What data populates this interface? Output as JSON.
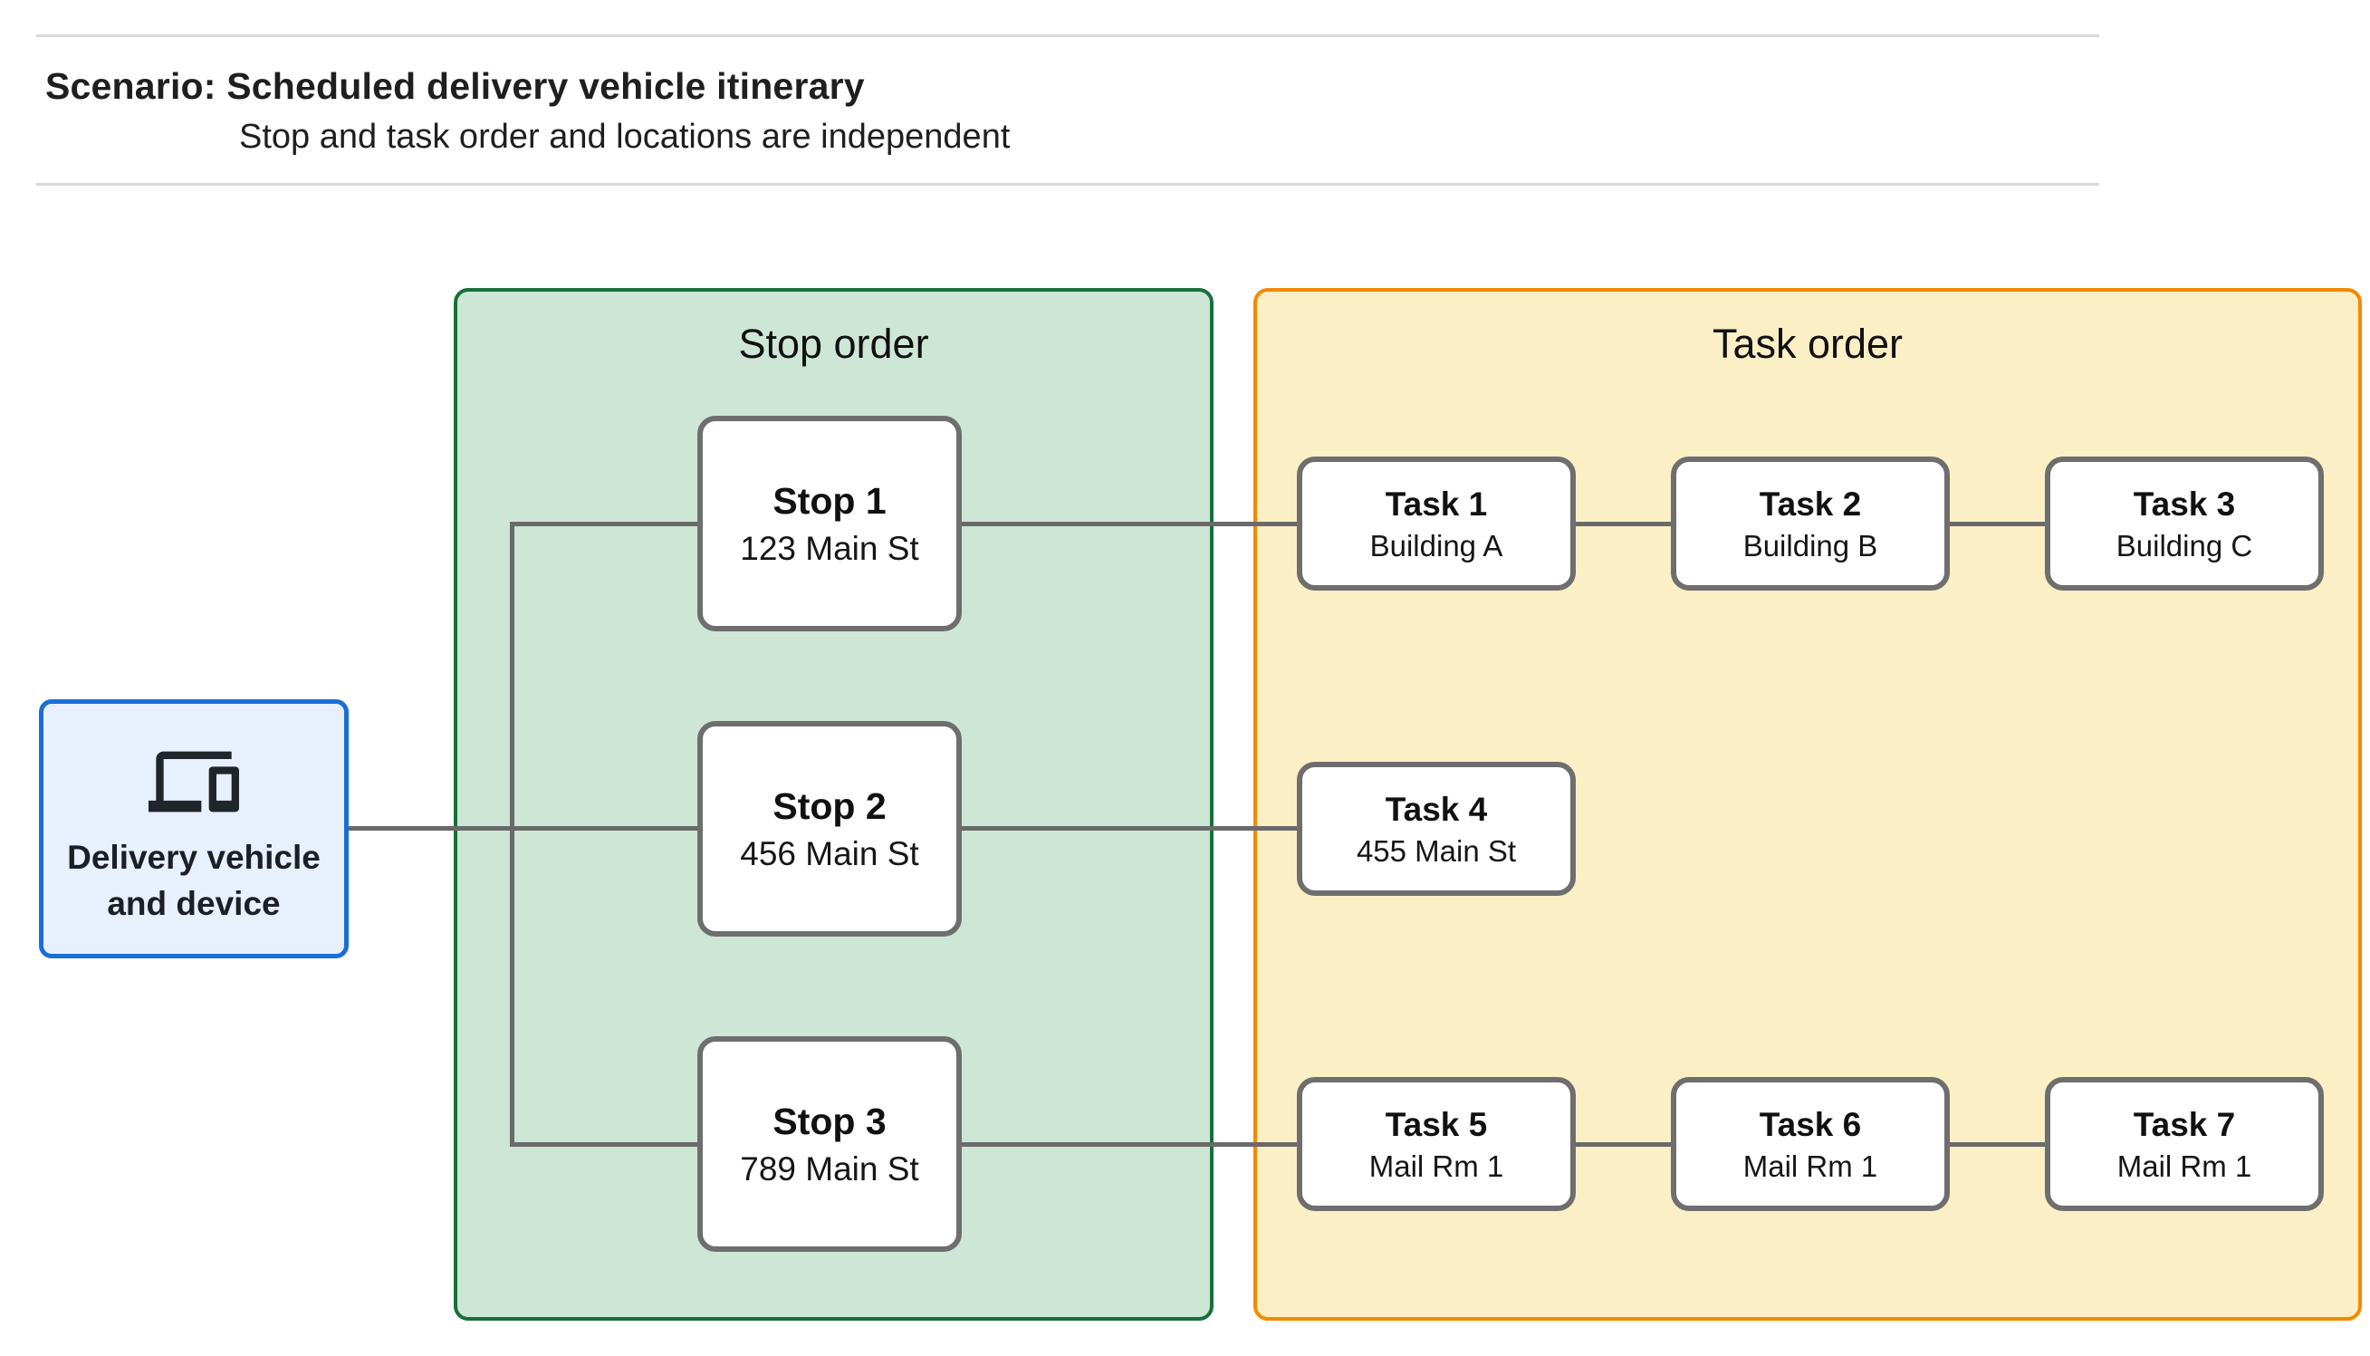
{
  "header": {
    "title": "Scenario: Scheduled delivery vehicle itinerary",
    "subtitle": "Stop and task order and locations are independent"
  },
  "vehicle": {
    "icon": "devices-icon",
    "label_line1": "Delivery vehicle",
    "label_line2": "and device"
  },
  "panels": {
    "stop": {
      "title": "Stop order"
    },
    "task": {
      "title": "Task order"
    }
  },
  "stops": [
    {
      "title": "Stop 1",
      "subtitle": "123 Main St"
    },
    {
      "title": "Stop 2",
      "subtitle": "456 Main St"
    },
    {
      "title": "Stop 3",
      "subtitle": "789 Main St"
    }
  ],
  "tasks": [
    {
      "title": "Task 1",
      "subtitle": "Building A"
    },
    {
      "title": "Task 2",
      "subtitle": "Building B"
    },
    {
      "title": "Task 3",
      "subtitle": "Building C"
    },
    {
      "title": "Task 4",
      "subtitle": "455 Main St"
    },
    {
      "title": "Task 5",
      "subtitle": "Mail Rm 1"
    },
    {
      "title": "Task 6",
      "subtitle": "Mail Rm 1"
    },
    {
      "title": "Task 7",
      "subtitle": "Mail Rm 1"
    }
  ],
  "colors": {
    "accent-blue": "#1A6FD4",
    "blue-fill": "#E8F0FE",
    "green-border": "#17703A",
    "green-fill": "#CEE6D6",
    "orange-border": "#F18B00",
    "orange-fill": "#FBEFC5",
    "line-gray": "#6A6A6A",
    "node-border": "#6E6E6E",
    "text": "#1F1F1F",
    "rule-gray": "#D8D8D8"
  }
}
